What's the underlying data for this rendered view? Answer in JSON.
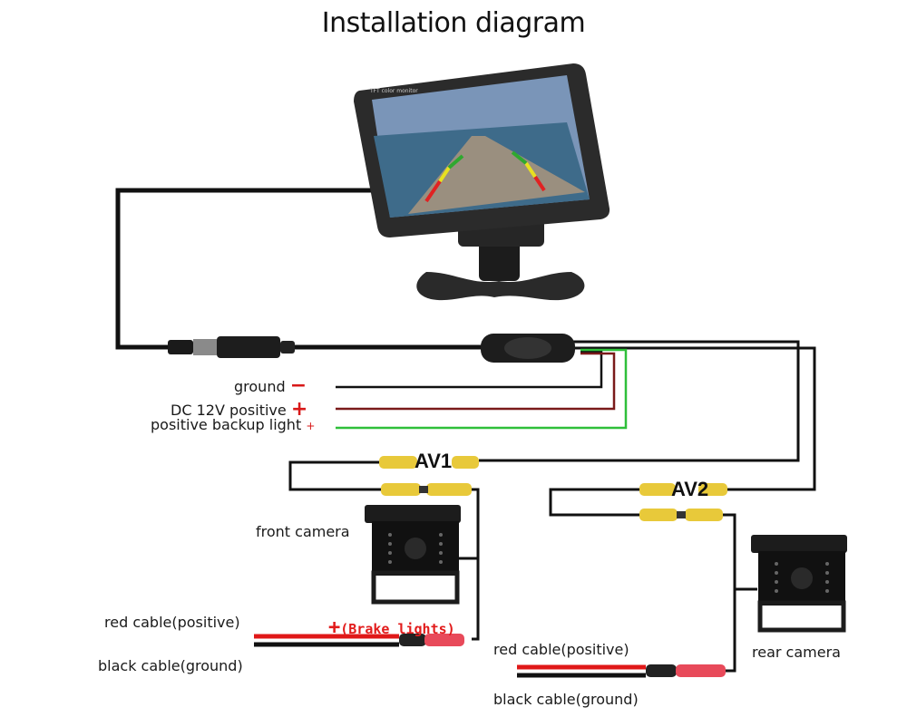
{
  "title": "Installation diagram",
  "monitor": {
    "screen_label": "TFT color monitor"
  },
  "power_wires": {
    "ground": {
      "label": "ground",
      "sign": "−"
    },
    "dc12v": {
      "label": "DC 12V positive",
      "sign": "+"
    },
    "backup": {
      "label": "positive backup light",
      "sign": "+"
    }
  },
  "av1": {
    "label": "AV1"
  },
  "av2": {
    "label": "AV2"
  },
  "front_camera": {
    "label": "front camera",
    "brake_sign": "+",
    "brake_label": "(Brake lights)"
  },
  "rear_camera": {
    "label": "rear camera"
  },
  "left_cables": {
    "red": "red cable(positive)",
    "black": "black cable(ground)"
  },
  "right_cables": {
    "red": "red cable(positive)",
    "black": "black cable(ground)"
  },
  "colors": {
    "wire": "#111111",
    "red_wire": "#e01818",
    "dark_red_wire": "#7a1a1a",
    "green_wire": "#2fbf3a",
    "rca_yellow": "#e8c93a"
  }
}
